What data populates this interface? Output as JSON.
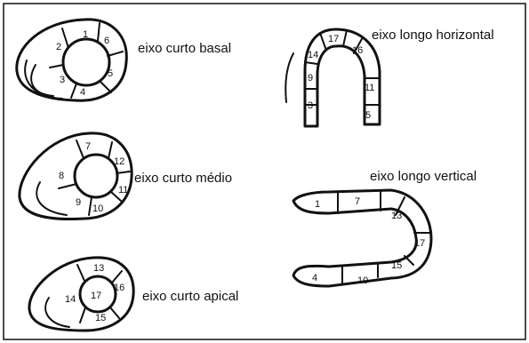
{
  "labels": {
    "basal": "eixo curto basal",
    "medio": "eixo curto médio",
    "apical": "eixo curto apical",
    "horizontal": "eixo longo horizontal",
    "vertical": "eixo longo vertical"
  },
  "segments": {
    "basal": [
      "1",
      "2",
      "3",
      "4",
      "5",
      "6"
    ],
    "medio": [
      "7",
      "8",
      "9",
      "10",
      "11",
      "12"
    ],
    "apical": [
      "13",
      "14",
      "15",
      "16",
      "17"
    ],
    "horizontal": [
      "17",
      "14",
      "9",
      "3",
      "16",
      "11",
      "5"
    ],
    "vertical": [
      "1",
      "7",
      "13",
      "17",
      "15",
      "10",
      "4"
    ]
  }
}
